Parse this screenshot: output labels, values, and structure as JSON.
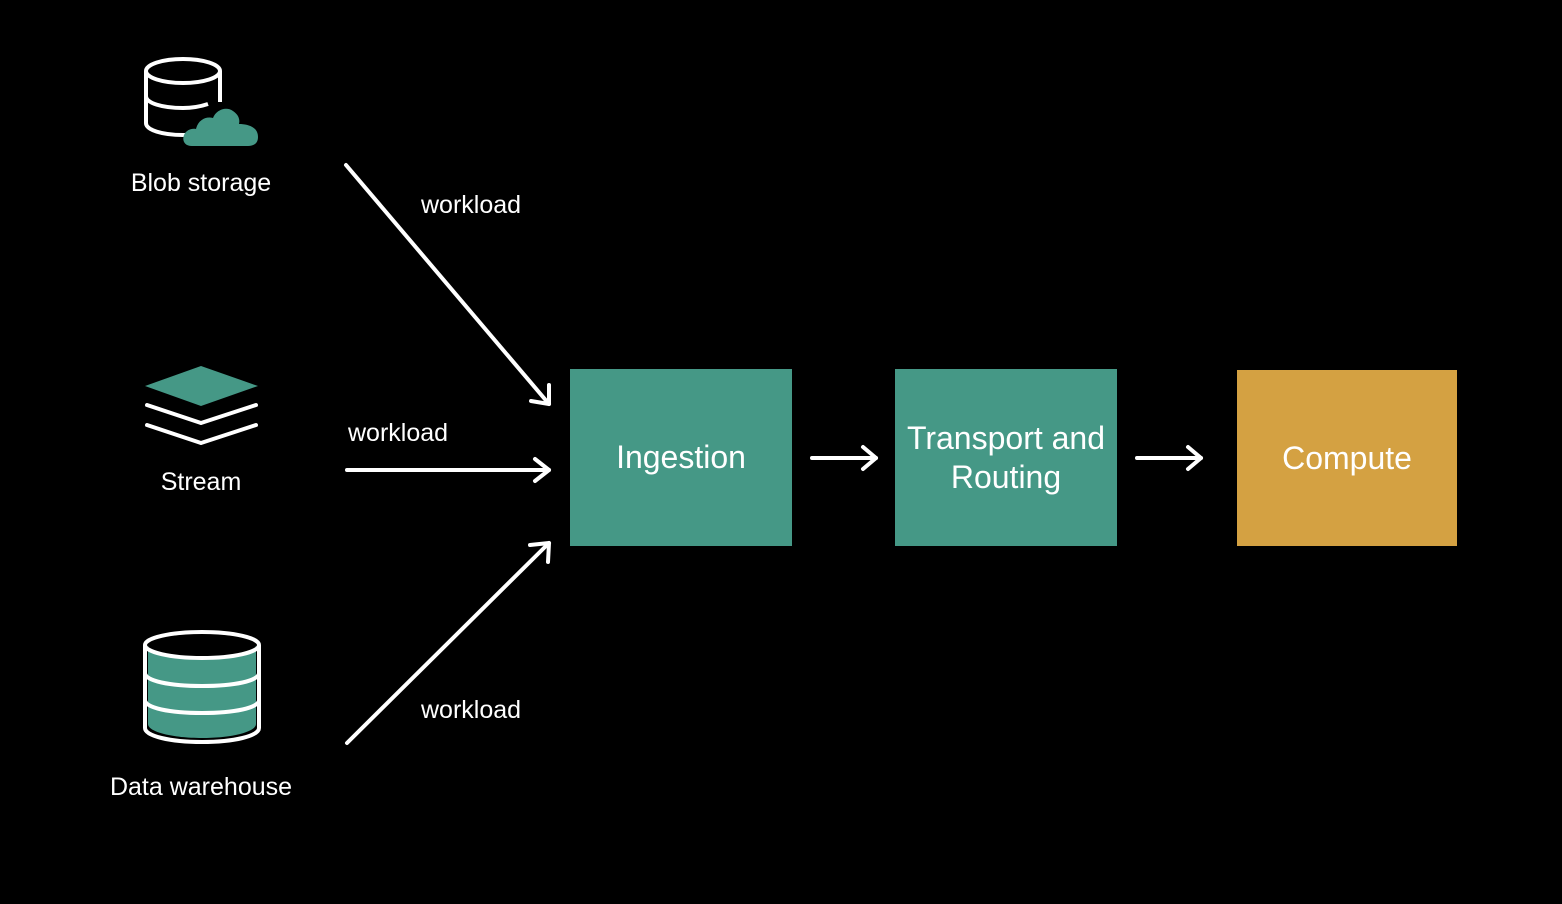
{
  "colors": {
    "background": "#000000",
    "teal": "#459886",
    "gold": "#d4a142",
    "line": "#ffffff"
  },
  "sources": [
    {
      "label": "Blob storage",
      "icon": "database-cloud-icon"
    },
    {
      "label": "Stream",
      "icon": "layers-icon"
    },
    {
      "label": "Data warehouse",
      "icon": "database-icon"
    }
  ],
  "edges": {
    "blob_label": "workload",
    "stream_label": "workload",
    "warehouse_label": "workload"
  },
  "stages": {
    "ingestion": "Ingestion",
    "transport_line1": "Transport and",
    "transport_line2": "Routing",
    "compute": "Compute"
  }
}
